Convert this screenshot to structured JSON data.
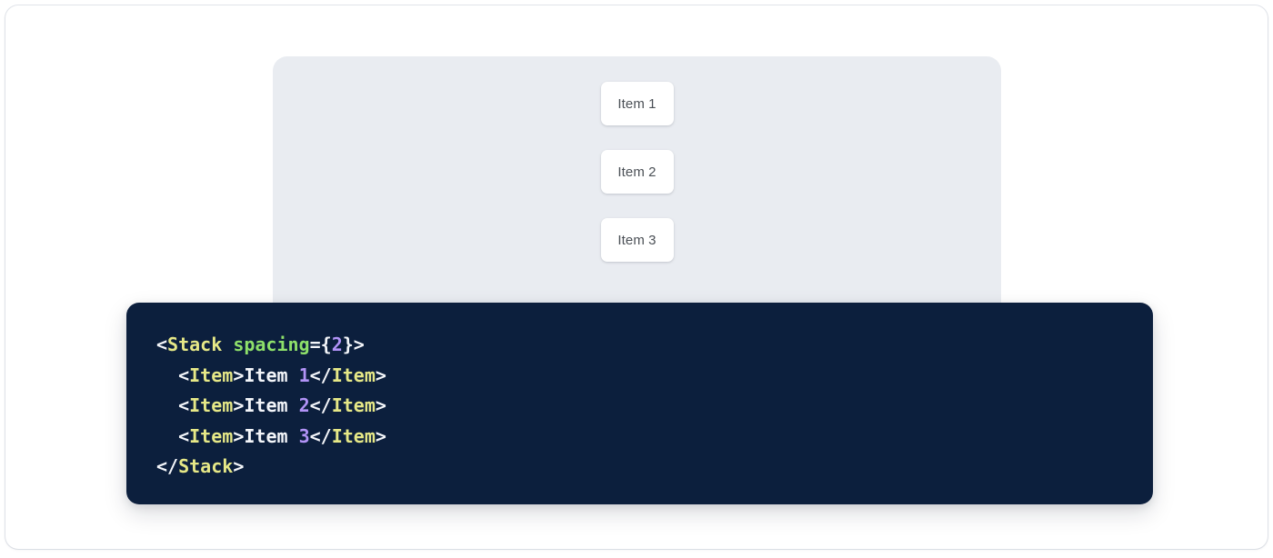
{
  "preview": {
    "surface_bg": "#e9ecf1",
    "items": [
      {
        "label": "Item 1"
      },
      {
        "label": "Item 2"
      },
      {
        "label": "Item 3"
      }
    ]
  },
  "code_block": {
    "background": "#0c1f3d",
    "language": "jsx",
    "colors": {
      "tag": "#e6e887",
      "attribute": "#8ee06a",
      "number": "#b293f7",
      "punctuation": "#f4f6fa",
      "text": "#f4f6fa"
    },
    "lines": [
      {
        "indent": "",
        "tokens": [
          {
            "type": "punct",
            "text": "<"
          },
          {
            "type": "tag",
            "text": "Stack"
          },
          {
            "type": "text",
            "text": " "
          },
          {
            "type": "attr",
            "text": "spacing"
          },
          {
            "type": "punct",
            "text": "="
          },
          {
            "type": "brace",
            "text": "{"
          },
          {
            "type": "num",
            "text": "2"
          },
          {
            "type": "brace",
            "text": "}"
          },
          {
            "type": "punct",
            "text": ">"
          }
        ]
      },
      {
        "indent": "  ",
        "tokens": [
          {
            "type": "punct",
            "text": "<"
          },
          {
            "type": "tag",
            "text": "Item"
          },
          {
            "type": "punct",
            "text": ">"
          },
          {
            "type": "text",
            "text": "Item "
          },
          {
            "type": "num",
            "text": "1"
          },
          {
            "type": "punct",
            "text": "</"
          },
          {
            "type": "tag",
            "text": "Item"
          },
          {
            "type": "punct",
            "text": ">"
          }
        ]
      },
      {
        "indent": "  ",
        "tokens": [
          {
            "type": "punct",
            "text": "<"
          },
          {
            "type": "tag",
            "text": "Item"
          },
          {
            "type": "punct",
            "text": ">"
          },
          {
            "type": "text",
            "text": "Item "
          },
          {
            "type": "num",
            "text": "2"
          },
          {
            "type": "punct",
            "text": "</"
          },
          {
            "type": "tag",
            "text": "Item"
          },
          {
            "type": "punct",
            "text": ">"
          }
        ]
      },
      {
        "indent": "  ",
        "tokens": [
          {
            "type": "punct",
            "text": "<"
          },
          {
            "type": "tag",
            "text": "Item"
          },
          {
            "type": "punct",
            "text": ">"
          },
          {
            "type": "text",
            "text": "Item "
          },
          {
            "type": "num",
            "text": "3"
          },
          {
            "type": "punct",
            "text": "</"
          },
          {
            "type": "tag",
            "text": "Item"
          },
          {
            "type": "punct",
            "text": ">"
          }
        ]
      },
      {
        "indent": "",
        "tokens": [
          {
            "type": "punct",
            "text": "</"
          },
          {
            "type": "tag",
            "text": "Stack"
          },
          {
            "type": "punct",
            "text": ">"
          }
        ]
      }
    ]
  }
}
